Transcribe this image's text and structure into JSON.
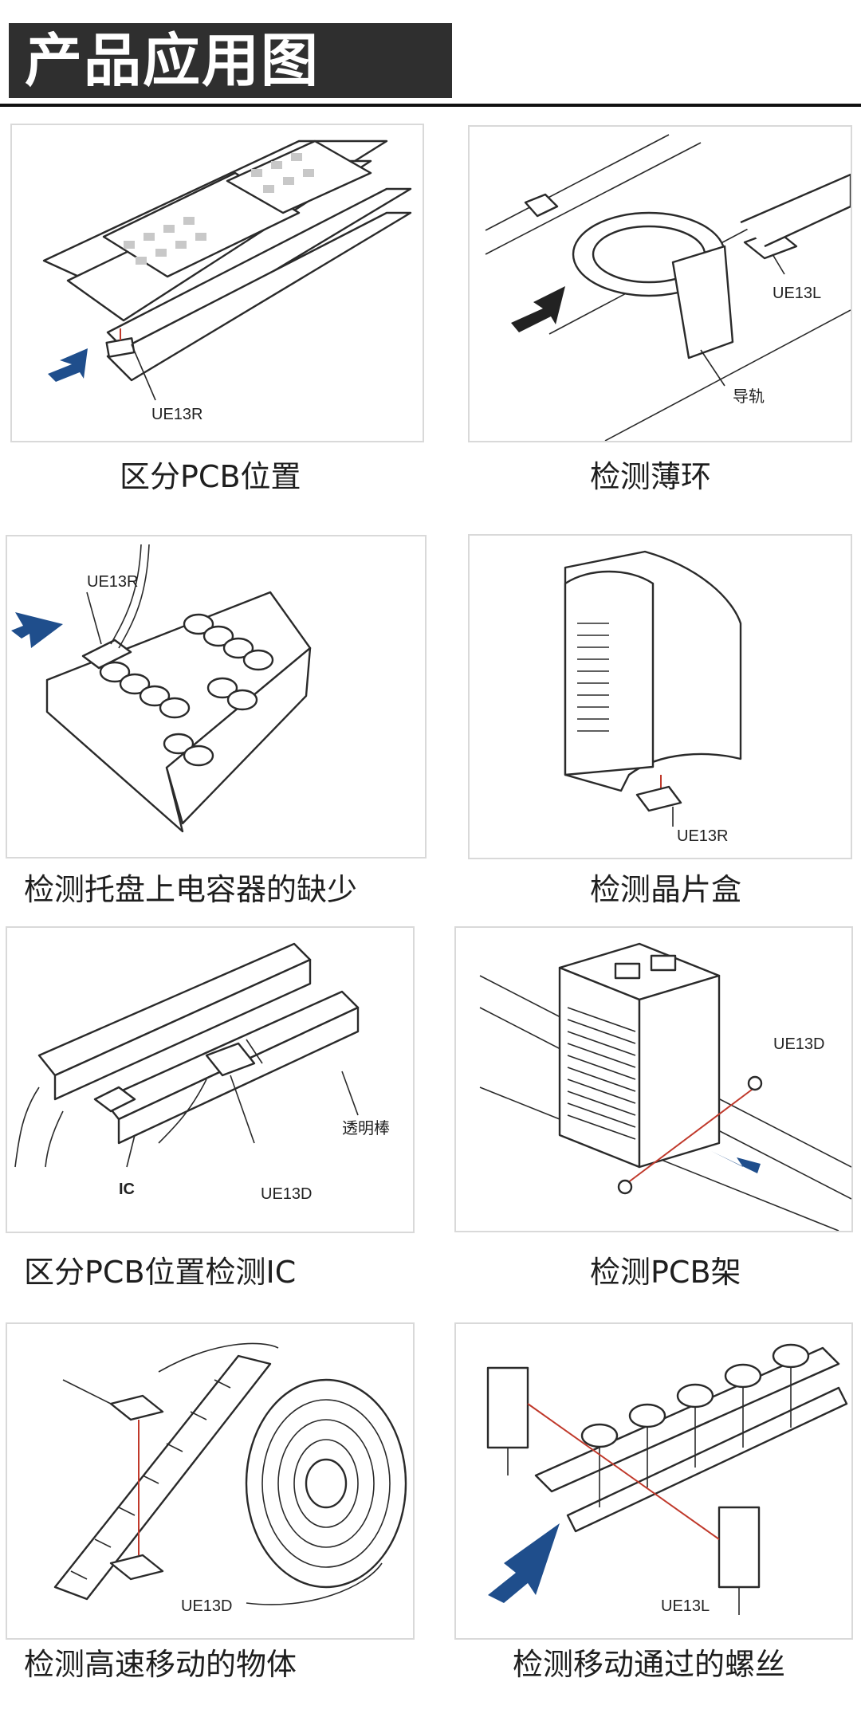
{
  "header": {
    "title": "产品应用图"
  },
  "cards": [
    {
      "caption": "区分PCB位置",
      "labels": [
        "UE13R"
      ]
    },
    {
      "caption": "检测薄环",
      "labels": [
        "UE13L",
        "导轨"
      ]
    },
    {
      "caption": "检测托盘上电容器的缺少",
      "labels": [
        "UE13R"
      ]
    },
    {
      "caption": "检测晶片盒",
      "labels": [
        "UE13R"
      ]
    },
    {
      "caption": "区分PCB位置检测IC",
      "labels": [
        "透明棒",
        "IC",
        "UE13D"
      ]
    },
    {
      "caption": "检测PCB架",
      "labels": [
        "UE13D"
      ]
    },
    {
      "caption": "检测高速移动的物体",
      "labels": [
        "UE13D"
      ]
    },
    {
      "caption": "检测移动通过的螺丝",
      "labels": [
        "UE13L"
      ]
    }
  ],
  "colors": {
    "header_bg": "#2f2f2f",
    "arrow_blue": "#1f4e8c",
    "arrow_black": "#222222",
    "beam_red": "#c0392b"
  }
}
